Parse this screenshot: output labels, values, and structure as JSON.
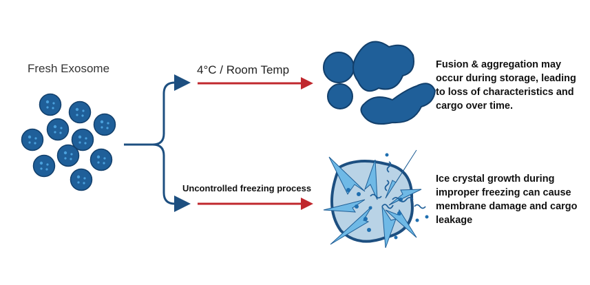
{
  "labels": {
    "fresh": "Fresh Exosome",
    "room_temp": "4°C / Room Temp",
    "freezing": "Uncontrolled freezing process"
  },
  "descriptions": {
    "aggregation": "Fusion & aggregation may occur during storage, leading to loss of characteristics and cargo over time.",
    "ice_damage": "Ice crystal growth during improper freezing can cause membrane damage and cargo leakage"
  },
  "colors": {
    "exosome": "#1f5f99",
    "branch_arrow": "#1d4f80",
    "red_arrow": "#c0272d",
    "ice": "#6fb9e6",
    "membrane": "#b9d3e6"
  }
}
